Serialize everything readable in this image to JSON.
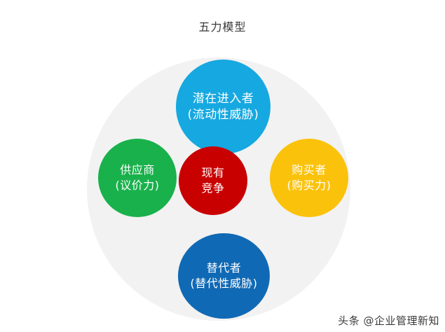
{
  "title": "五力模型",
  "watermark": "头条 @企业管理新知",
  "colors": {
    "background": "#ffffff",
    "backdrop_circle": "#f2f2f2",
    "title_text": "#3a3a3a",
    "label_text": "#ffffff",
    "entrants": "#16a8e0",
    "suppliers": "#19b14b",
    "rivalry": "#c90000",
    "buyers": "#fbc20b",
    "substitutes": "#1069b4"
  },
  "chart_data": {
    "type": "diagram",
    "title": "五力模型",
    "xlabel": "",
    "ylabel": "",
    "legend_position": "none",
    "grid": false,
    "categories": [
      "潜在进入者",
      "供应商",
      "现有竞争",
      "购买者",
      "替代者"
    ],
    "values": [
      1,
      1,
      1,
      1,
      1
    ],
    "series": [
      {
        "name": "五力",
        "items": [
          {
            "position": "top",
            "label": "潜在进入者",
            "sublabel": "(流动性威胁)",
            "color": "#16a8e0"
          },
          {
            "position": "left",
            "label": "供应商",
            "sublabel": "(议价力)",
            "color": "#19b14b"
          },
          {
            "position": "center",
            "label": "现有",
            "sublabel": "竞争",
            "color": "#c90000"
          },
          {
            "position": "right",
            "label": "购买者",
            "sublabel": "(购买力)",
            "color": "#fbc20b"
          },
          {
            "position": "bottom",
            "label": "替代者",
            "sublabel": "(替代性威胁)",
            "color": "#1069b4"
          }
        ]
      }
    ]
  },
  "forces": {
    "entrants": {
      "line1": "潜在进入者",
      "line2": "(流动性威胁)"
    },
    "suppliers": {
      "line1": "供应商",
      "line2": "(议价力)"
    },
    "rivalry": {
      "line1": "现有",
      "line2": "竞争"
    },
    "buyers": {
      "line1": "购买者",
      "line2": "(购买力)"
    },
    "substitutes": {
      "line1": "替代者",
      "line2": "(替代性威胁)"
    }
  }
}
